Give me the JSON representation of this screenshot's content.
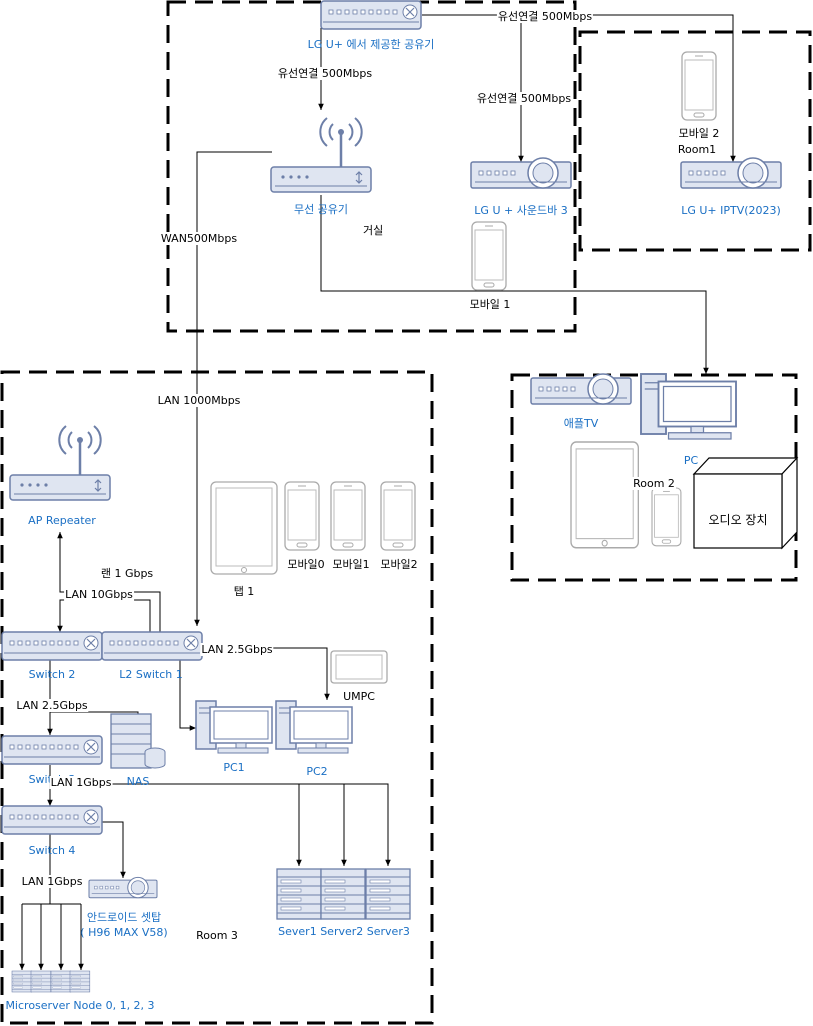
{
  "colors": {
    "icon_stroke": "#6d7fa8",
    "icon_fill": "#dfe5f1",
    "label_blue": "#1a6fc4",
    "line": "#000000",
    "room_border": "#000000"
  },
  "rooms": {
    "living": "거실",
    "room1_mobile": "모바일 2",
    "room1": "Room1",
    "room2": "Room 2",
    "room3": "Room 3"
  },
  "devices": {
    "lg_router": "LG U+ 에서 제공한 공유기",
    "wireless_router": "무선 공유기",
    "soundbar": "LG U + 사운드바 3",
    "iptv": "LG U+ IPTV(2023)",
    "mobile1": "모바일 1",
    "apple_tv": "애플TV",
    "pc_room2": "PC",
    "audio": "오디오 장치",
    "ap_repeater": "AP Repeater",
    "tab1": "탭 1",
    "mobile0": "모바일0",
    "mobile1b": "모바일1",
    "mobile2b": "모바일2",
    "switch2": "Switch 2",
    "l2switch1": "L2 Switch 1",
    "umpc": "UMPC",
    "switch3": "Switch 3",
    "nas": "NAS",
    "pc1": "PC1",
    "pc2": "PC2",
    "switch4": "Switch 4",
    "settop_line1": "안드로이드 셋탑",
    "settop_line2": "( H96 MAX V58)",
    "servers": "Sever1 Server2 Server3",
    "microservers": "Microserver Node 0, 1, 2, 3"
  },
  "links": {
    "wired500_a": "유선연결 500Mbps",
    "wired500_b": "유선연결 500Mbps",
    "wired500_c": "유선연결 500Mbps",
    "wan": "WAN500Mbps",
    "lan1000": "LAN 1000Mbps",
    "lan1g_kr": "랜 1 Gbps",
    "lan10g": "LAN 10Gbps",
    "lan25_a": "LAN 2.5Gbps",
    "lan25_b": "LAN 2.5Gbps",
    "lan1g_a": "LAN 1Gbps",
    "lan1g_b": "LAN 1Gbps"
  }
}
